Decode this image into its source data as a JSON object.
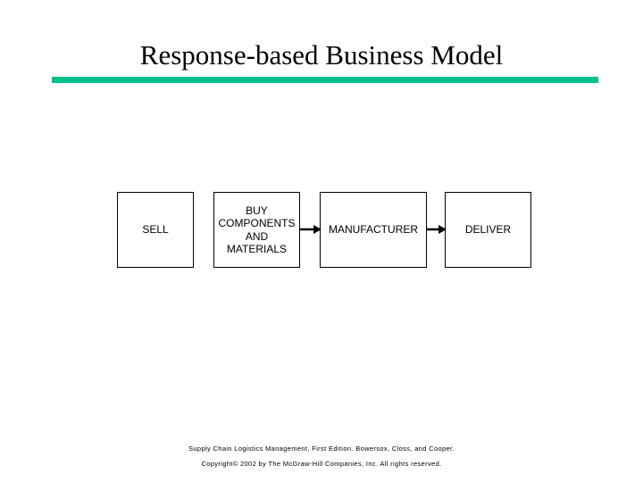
{
  "slide": {
    "title": "Response-based Business Model",
    "accent_color": "#00c08a",
    "background_color": "#ffffff"
  },
  "diagram": {
    "type": "flow",
    "orientation": "left-to-right",
    "nodes": [
      {
        "id": "sell",
        "label": "SELL"
      },
      {
        "id": "buy",
        "label": "BUY\nCOMPONENTS\nAND\nMATERIALS"
      },
      {
        "id": "manufacturer",
        "label": "MANUFACTURER"
      },
      {
        "id": "deliver",
        "label": "DELIVER"
      }
    ],
    "connectors": [
      {
        "id": "arrow-buy-to-manufacturer",
        "from": "buy",
        "to": "manufacturer",
        "style": "solid-arrow"
      },
      {
        "id": "arrow-manufacturer-to-deliver",
        "from": "manufacturer",
        "to": "deliver",
        "style": "solid-arrow"
      }
    ]
  },
  "footer": {
    "source_line": "Supply Chain Logistics Management, First Edition. Bowersox, Closs, and Cooper.",
    "copyright_line": "Copyright© 2002 by The McGraw-Hill Companies, Inc. All rights reserved."
  }
}
